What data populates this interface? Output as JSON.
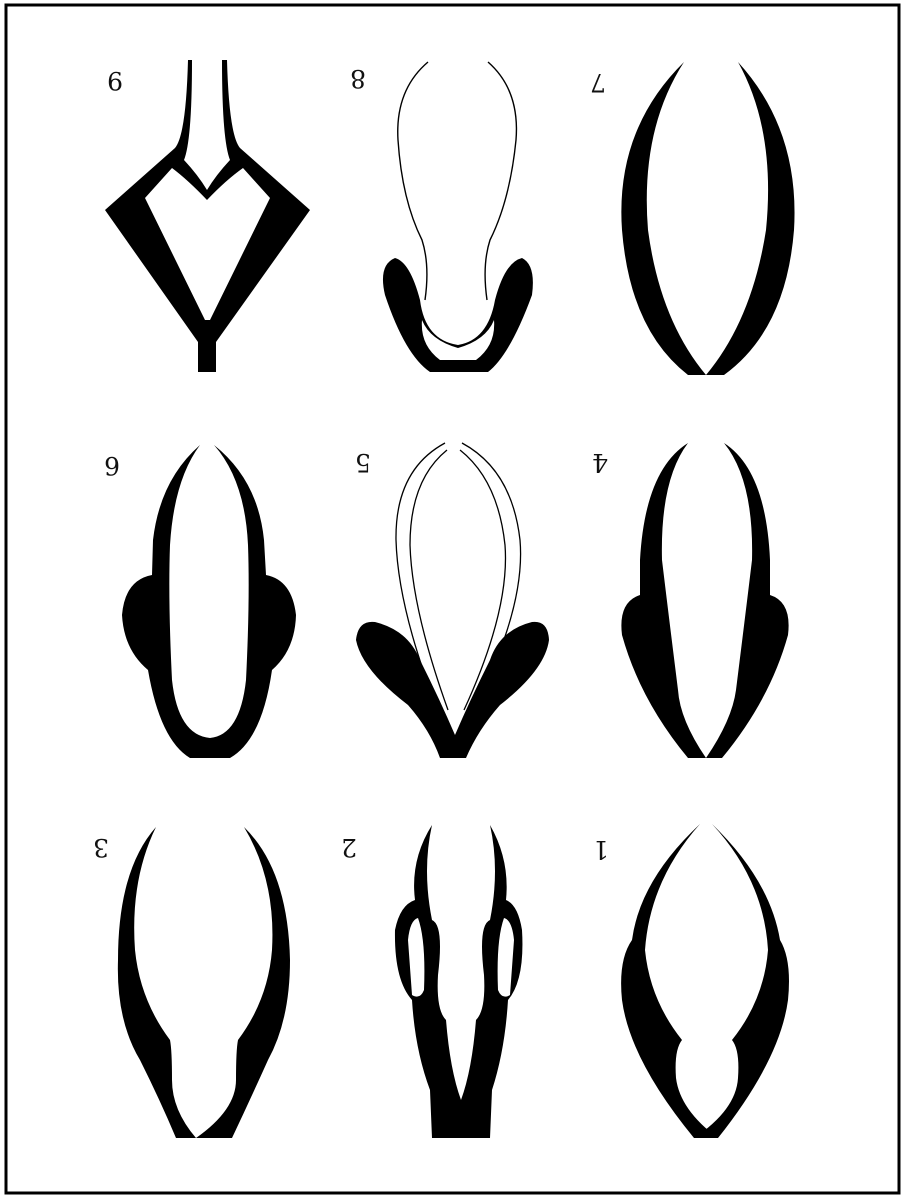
{
  "figure": {
    "labels": {
      "f1": "1",
      "f2": "2",
      "f3": "3",
      "f4": "4",
      "f5": "5",
      "f6": "6",
      "f7": "7",
      "f8": "8",
      "f9": "9"
    },
    "orientation": "rotated 180 degrees",
    "ink_color": "#000000",
    "paper_color": "#ffffff"
  }
}
